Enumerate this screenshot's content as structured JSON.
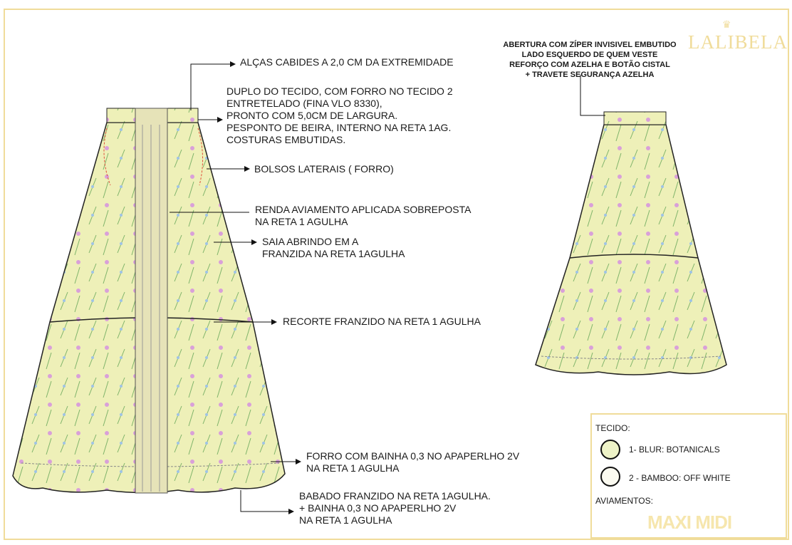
{
  "brand": "LALIBELA",
  "annotations": {
    "alcas": "ALÇAS CABIDES A 2,0 CM DA EXTREMIDADE",
    "cos": [
      "DUPLO DO TECIDO, COM FORRO NO TECIDO 2",
      "ENTRETELADO (FINA VLO 8330),",
      "PRONTO COM 5,0CM DE LARGURA.",
      "PESPONTO DE BEIRA, INTERNO NA RETA 1AG.",
      "COSTURAS EMBUTIDAS."
    ],
    "bolsos": "BOLSOS LATERAIS ( FORRO)",
    "renda": [
      "RENDA AVIAMENTO APLICADA SOBREPOSTA",
      "NA RETA 1 AGULHA"
    ],
    "saia": [
      "SAIA ABRINDO EM A",
      "FRANZIDA NA RETA 1AGULHA"
    ],
    "recorte": "RECORTE FRANZIDO NA RETA  1 AGULHA",
    "forro": [
      "FORRO COM BAINHA 0,3 NO APAPERLHO 2V",
      "NA RETA 1 AGULHA"
    ],
    "babado": [
      "BABADO  FRANZIDO NA RETA 1AGULHA.",
      "+ BAINHA 0,3 NO APAPERLHO 2V",
      "NA RETA 1 AGULHA"
    ],
    "abertura": [
      "ABERTURA COM ZÍPER INVISIVEL EMBUTIDO",
      "LADO ESQUERDO DE QUEM VESTE",
      "REFORÇO COM AZELHA E BOTÃO CISTAL",
      "+          TRAVETE SEGURANÇA AZELHA"
    ]
  },
  "legend": {
    "tecido_title": "TECIDO:",
    "fabrics": [
      {
        "label": "1- BLUR: BOTANICALS",
        "color": "#eef3c8"
      },
      {
        "label": "2 - BAMBOO:  OFF WHITE",
        "color": "#fbfaf0"
      }
    ],
    "aviamentos_title": "AVIAMENTOS:",
    "model_name": "MAXI MIDI"
  },
  "colors": {
    "accent": "#f0dc9a",
    "fabric": "#eef0b8"
  }
}
